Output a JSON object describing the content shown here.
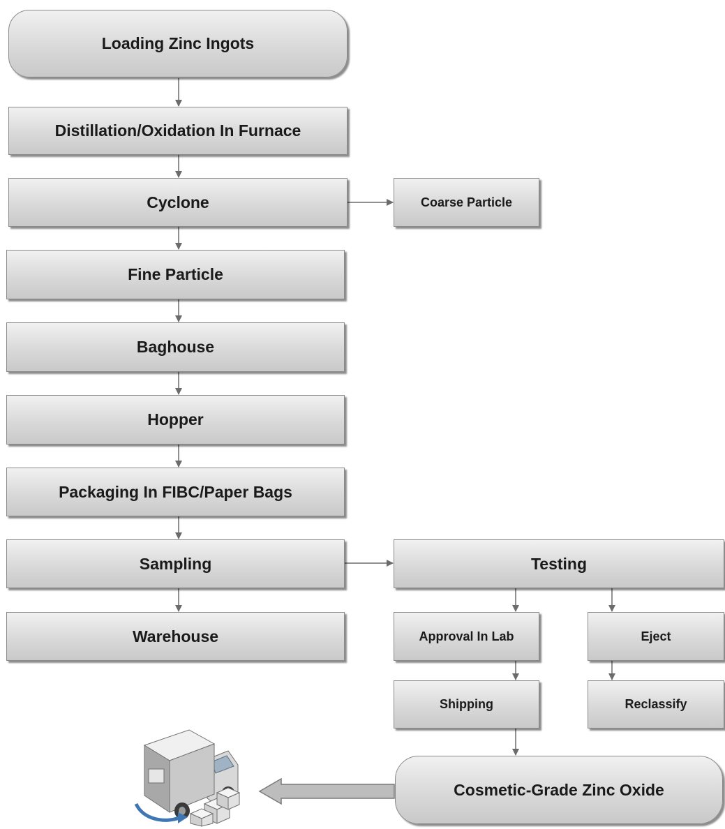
{
  "colors": {
    "box_top": "#f1f1f1",
    "box_bottom": "#c9c9c9",
    "border": "#8a8a8a",
    "arrow": "#6b6b6b"
  },
  "steps": {
    "loading": "Loading Zinc Ingots",
    "distillation": "Distillation/Oxidation In Furnace",
    "cyclone": "Cyclone",
    "coarse": "Coarse Particle",
    "fine": "Fine Particle",
    "baghouse": "Baghouse",
    "hopper": "Hopper",
    "packaging": "Packaging In FIBC/Paper Bags",
    "sampling": "Sampling",
    "testing": "Testing",
    "warehouse": "Warehouse",
    "approval": "Approval In Lab",
    "eject": "Eject",
    "shipping": "Shipping",
    "reclassify": "Reclassify",
    "final": "Cosmetic-Grade Zinc Oxide"
  },
  "illustration": {
    "icon": "delivery-truck-icon"
  }
}
